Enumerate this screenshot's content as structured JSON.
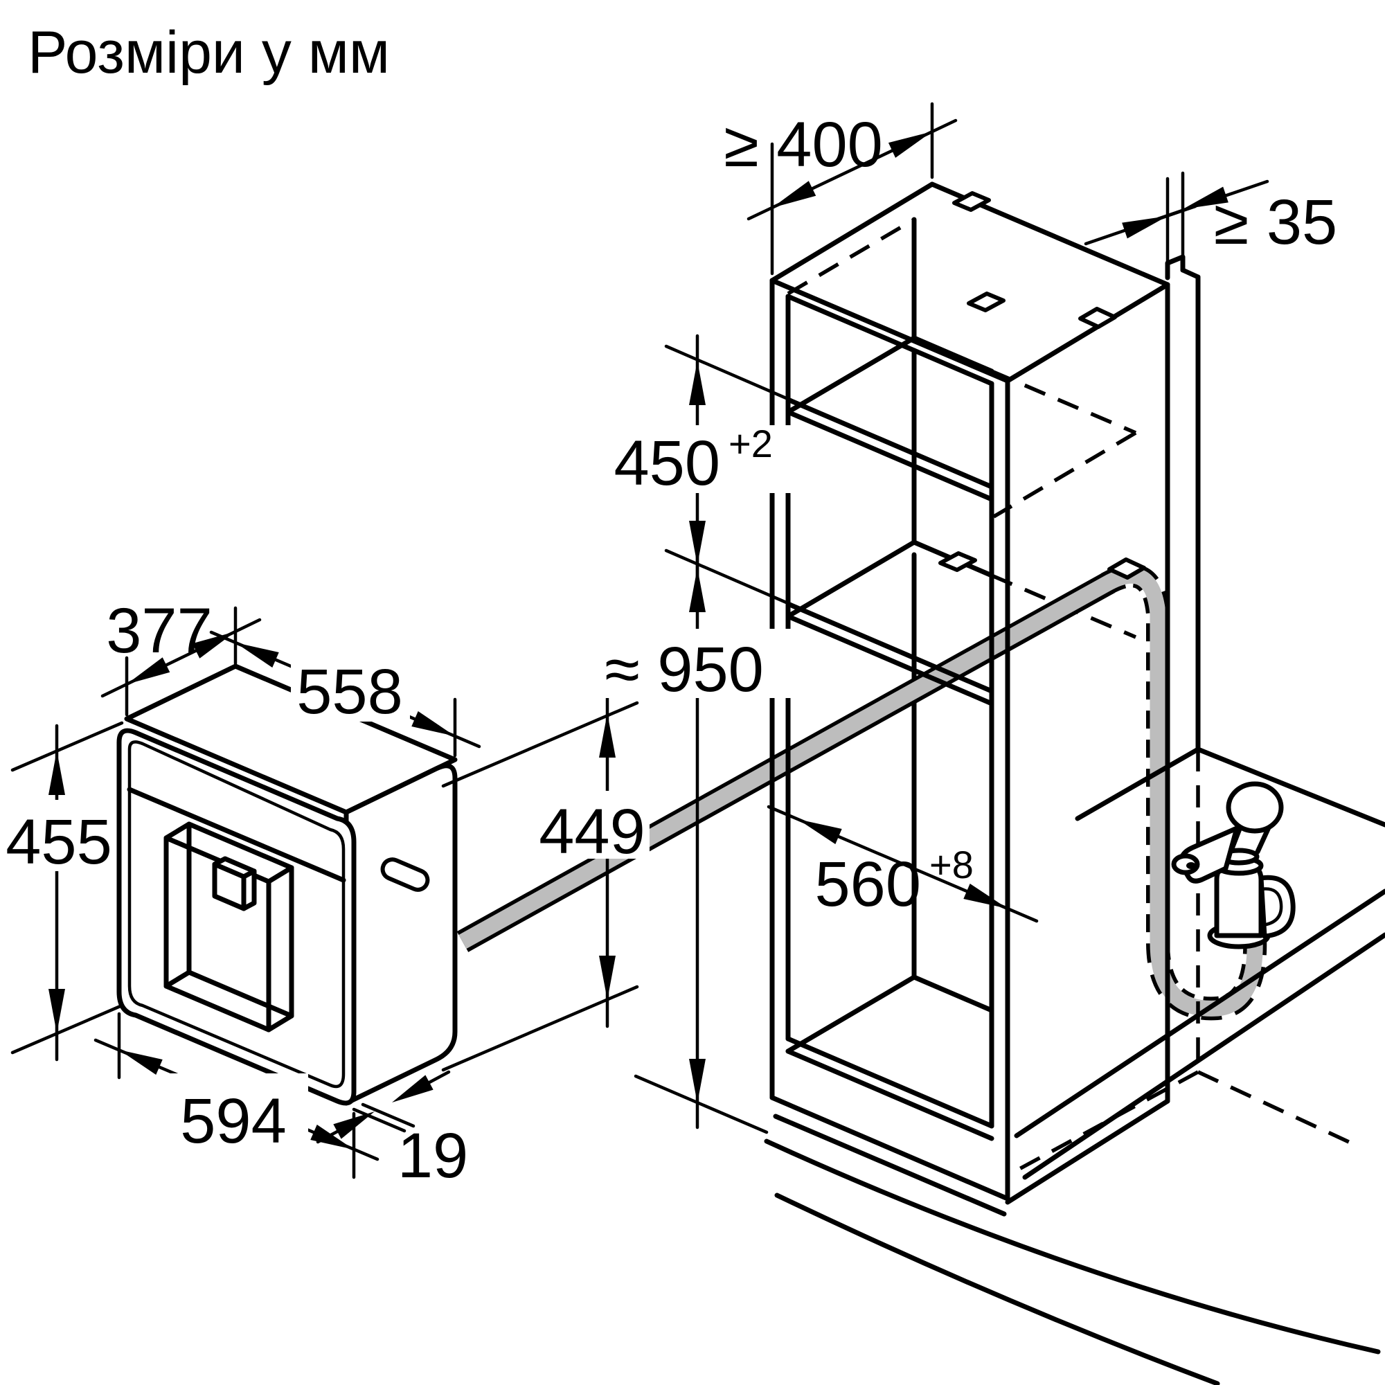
{
  "title": "Розміри у мм",
  "dimensions": {
    "top_clearance": "≥ 400",
    "side_clearance": "≥ 35",
    "niche_height": "450",
    "niche_height_tol": "+2",
    "tap_height": "≈ 950",
    "niche_width": "560",
    "niche_width_tol": "+8",
    "appliance_depth": "377",
    "body_width": "558",
    "appliance_height": "455",
    "front_width": "594",
    "front_overhang": "19",
    "body_height": "449"
  },
  "colors": {
    "line": "#000000",
    "hose": "#bdbdbd",
    "background": "#ffffff"
  }
}
